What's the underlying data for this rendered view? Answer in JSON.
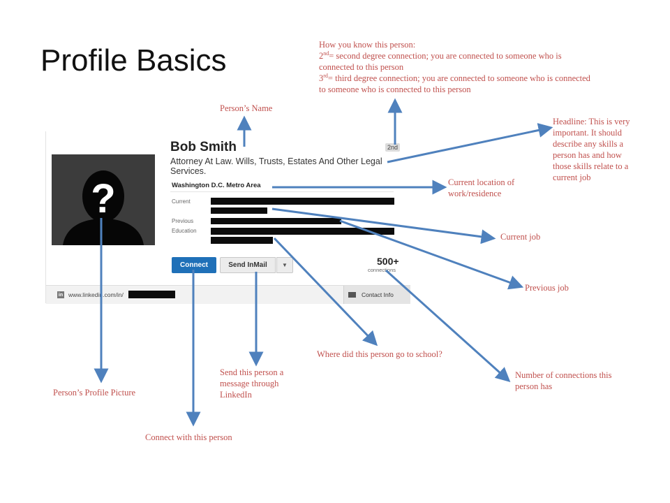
{
  "slide": {
    "title": "Profile Basics"
  },
  "profile": {
    "name": "Bob Smith",
    "degree": "2nd",
    "headline": "Attorney At Law. Wills, Trusts, Estates And Other Legal Services.",
    "location": "Washington D.C. Metro Area",
    "labels": {
      "current": "Current",
      "previous": "Previous",
      "education": "Education"
    },
    "connect_label": "Connect",
    "inmail_label": "Send InMail",
    "connections_count": "500+",
    "connections_label": "connections",
    "url": "www.linkedin.com/in/",
    "contact_label": "Contact Info",
    "icons": {
      "silhouette": "person-silhouette-icon",
      "linkedin": "linkedin-icon",
      "card": "contact-card-icon",
      "dropdown": "chevron-down-icon"
    }
  },
  "annotations": {
    "degree_heading": "How you know this person:",
    "degree_2_sup": "nd",
    "degree_2_text": "= second degree connection; you are connected to someone who is connected to this person",
    "degree_3_sup": "rd",
    "degree_3_text": "= third degree connection; you are connected to someone who is connected to someone who is connected to this person",
    "name": "Person’s Name",
    "headline": "Headline: This is very important. It should describe any skills a person has and how those skills relate to a current job",
    "location": "Current location of work/residence",
    "current_job": "Current job",
    "previous_job": "Previous job",
    "school": "Where did this person go to school?",
    "connections": "Number of connections this person has",
    "message": "Send this person a message through LinkedIn",
    "picture": "Person’s Profile Picture",
    "connect": "Connect with this person"
  },
  "colors": {
    "annotation_text": "#c0504d",
    "arrow": "#4f81bd",
    "connect_button": "#1f70b8"
  }
}
